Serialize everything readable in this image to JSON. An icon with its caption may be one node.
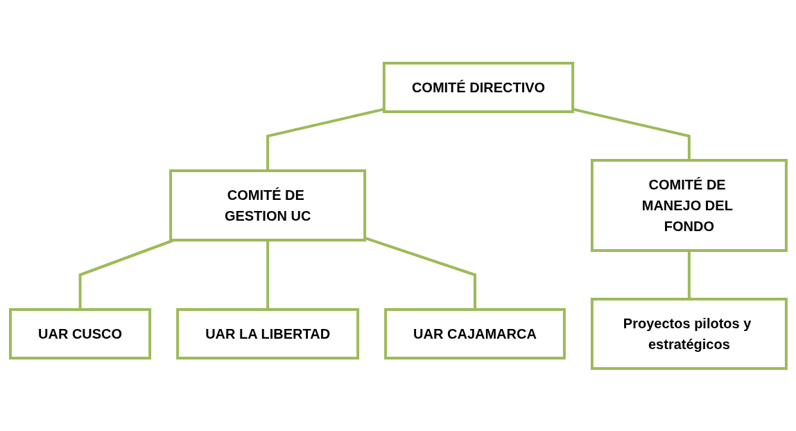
{
  "diagram": {
    "nodes": [
      {
        "text": [
          "COMITÉ DIRECTIVO"
        ]
      },
      {
        "text": [
          "COMITÉ DE GESTION UC"
        ]
      },
      {
        "text": [
          "COMITÉ DE MANEJO DEL FONDO"
        ]
      },
      {
        "text": [
          "UAR CUSCO"
        ]
      },
      {
        "text": [
          "UAR LA LIBERTAD"
        ]
      },
      {
        "text": [
          "UAR CAJAMARCA"
        ]
      },
      {
        "text": [
          "Proyectos pilotos y estratégicos"
        ]
      }
    ],
    "edges": [
      {
        "from": 0,
        "to": 1,
        "arrow": "none"
      },
      {
        "from": 0,
        "to": 2,
        "arrow": "none"
      },
      {
        "from": 1,
        "to": 3,
        "arrow": "none"
      },
      {
        "from": 1,
        "to": 4,
        "arrow": "none"
      },
      {
        "from": 1,
        "to": 5,
        "arrow": "none"
      },
      {
        "from": 2,
        "to": 6,
        "arrow": "none"
      }
    ]
  }
}
